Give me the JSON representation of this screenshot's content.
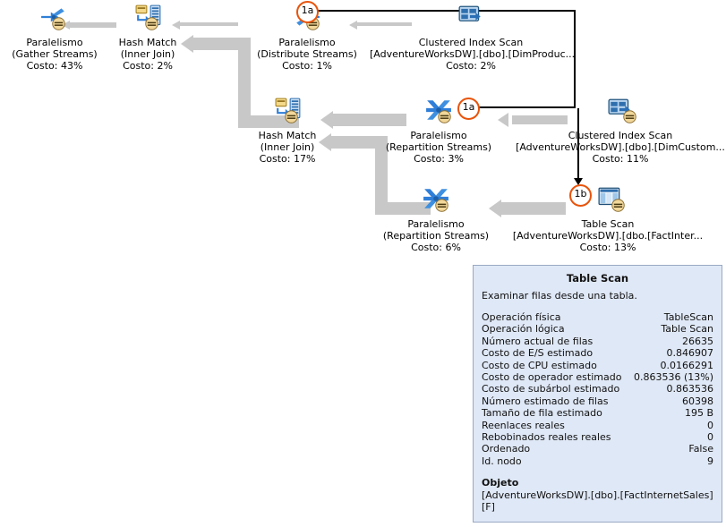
{
  "plan": {
    "nodes": [
      {
        "id": "gather-streams",
        "icon": "parallelism-gather-icon",
        "line1": "Paralelismo",
        "line2": "(Gather Streams)",
        "line3": "Costo: 43%",
        "badge": null
      },
      {
        "id": "hash-match-top",
        "icon": "hash-match-icon",
        "line1": "Hash Match",
        "line2": "(Inner Join)",
        "line3": "Costo: 2%",
        "badge": null
      },
      {
        "id": "distribute-streams",
        "icon": "parallelism-distribute-icon",
        "line1": "Paralelismo",
        "line2": "(Distribute Streams)",
        "line3": "Costo: 1%",
        "badge": "1a"
      },
      {
        "id": "clustered-index-scan-product",
        "icon": "clustered-index-scan-icon",
        "line1": "Clustered Index Scan",
        "line2": "[AdventureWorksDW].[dbo].[DimProduc...",
        "line3": "Costo: 2%",
        "badge": null
      },
      {
        "id": "hash-match-mid",
        "icon": "hash-match-icon",
        "line1": "Hash Match",
        "line2": "(Inner Join)",
        "line3": "Costo: 17%",
        "badge": null
      },
      {
        "id": "repartition-streams-mid",
        "icon": "parallelism-repartition-icon",
        "line1": "Paralelismo",
        "line2": "(Repartition Streams)",
        "line3": "Costo: 3%",
        "badge": "1a"
      },
      {
        "id": "clustered-index-scan-customer",
        "icon": "clustered-index-scan-icon",
        "line1": "Clustered Index Scan",
        "line2": "[AdventureWorksDW].[dbo].[DimCustom...",
        "line3": "Costo: 11%",
        "badge": null
      },
      {
        "id": "repartition-streams-low",
        "icon": "parallelism-repartition-icon",
        "line1": "Paralelismo",
        "line2": "(Repartition Streams)",
        "line3": "Costo: 6%",
        "badge": null
      },
      {
        "id": "table-scan",
        "icon": "table-scan-icon",
        "line1": "Table Scan",
        "line2": "[AdventureWorksDW].[dbo.[FactInter...",
        "line3": "Costo: 13%",
        "badge": "1b"
      }
    ],
    "colors": {
      "connector": "#c8c8c8",
      "badge_border": "#e8540c",
      "annotation_line": "#000000",
      "tooltip_bg": "#dfe8f6",
      "tooltip_border": "#9aa9c4"
    }
  },
  "tooltip": {
    "title": "Table Scan",
    "description": "Examinar filas desde una tabla.",
    "rows": [
      {
        "key": "Operación física",
        "value": "TableScan"
      },
      {
        "key": "Operación lógica",
        "value": "Table Scan"
      },
      {
        "key": "Número actual de filas",
        "value": "26635"
      },
      {
        "key": "Costo de E/S estimado",
        "value": "0.846907"
      },
      {
        "key": "Costo de CPU estimado",
        "value": "0.0166291"
      },
      {
        "key": "Costo de operador estimado",
        "value": "0.863536 (13%)"
      },
      {
        "key": "Costo de subárbol estimado",
        "value": "0.863536"
      },
      {
        "key": "Número estimado de filas",
        "value": "60398"
      },
      {
        "key": "Tamaño de fila estimado",
        "value": "195 B"
      },
      {
        "key": "Reenlaces reales",
        "value": "0"
      },
      {
        "key": "Rebobinados reales reales",
        "value": "0"
      },
      {
        "key": "Ordenado",
        "value": "False"
      },
      {
        "key": "Id. nodo",
        "value": "9"
      }
    ],
    "section_label": "Objeto",
    "object_value": "[AdventureWorksDW].[dbo].[FactInternetSales][F]"
  }
}
